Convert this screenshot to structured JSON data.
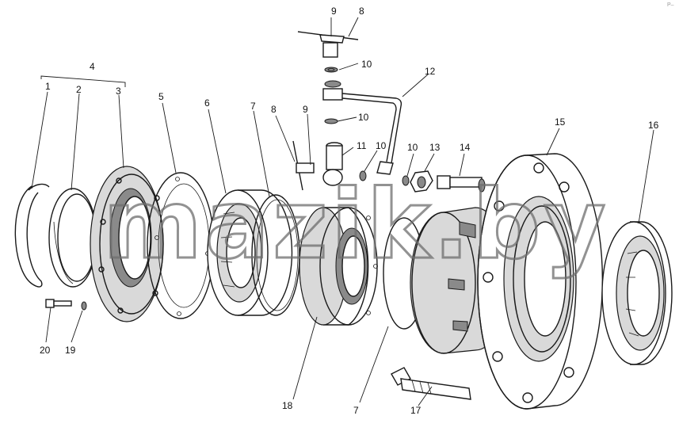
{
  "watermark": "mazik.by",
  "corner_mark": "P–",
  "callouts": [
    {
      "id": "c1",
      "text": "1"
    },
    {
      "id": "c2",
      "text": "2"
    },
    {
      "id": "c3",
      "text": "3"
    },
    {
      "id": "c4",
      "text": "4"
    },
    {
      "id": "c5",
      "text": "5"
    },
    {
      "id": "c6",
      "text": "6"
    },
    {
      "id": "c7a",
      "text": "7"
    },
    {
      "id": "c7b",
      "text": "7"
    },
    {
      "id": "c8a",
      "text": "8"
    },
    {
      "id": "c8b",
      "text": "8"
    },
    {
      "id": "c9a",
      "text": "9"
    },
    {
      "id": "c9b",
      "text": "9"
    },
    {
      "id": "c10a",
      "text": "10"
    },
    {
      "id": "c10b",
      "text": "10"
    },
    {
      "id": "c10c",
      "text": "10"
    },
    {
      "id": "c10d",
      "text": "10"
    },
    {
      "id": "c11",
      "text": "11"
    },
    {
      "id": "c12",
      "text": "12"
    },
    {
      "id": "c13",
      "text": "13"
    },
    {
      "id": "c14",
      "text": "14"
    },
    {
      "id": "c15",
      "text": "15"
    },
    {
      "id": "c16",
      "text": "16"
    },
    {
      "id": "c17",
      "text": "17"
    },
    {
      "id": "c18",
      "text": "18"
    },
    {
      "id": "c19",
      "text": "19"
    },
    {
      "id": "c20",
      "text": "20"
    }
  ]
}
